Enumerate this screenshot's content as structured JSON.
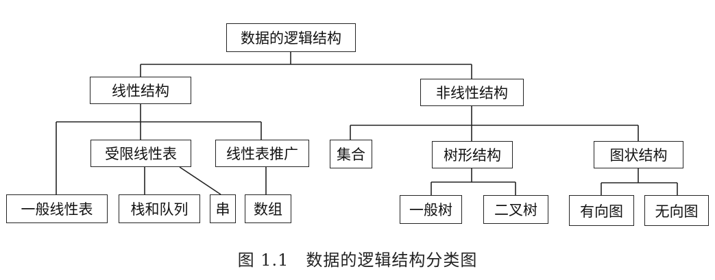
{
  "diagram": {
    "root": {
      "id": "root",
      "label": "数据的逻辑结构"
    },
    "nodes": [
      {
        "id": "linear",
        "label": "线性结构",
        "parent": "root"
      },
      {
        "id": "nonlinear",
        "label": "非线性结构",
        "parent": "root"
      },
      {
        "id": "general_list",
        "label": "一般线性表",
        "parent": "linear"
      },
      {
        "id": "restricted_list",
        "label": "受限线性表",
        "parent": "linear"
      },
      {
        "id": "list_generalized",
        "label": "线性表推广",
        "parent": "linear"
      },
      {
        "id": "stack_queue",
        "label": "栈和队列",
        "parent": "restricted_list"
      },
      {
        "id": "string",
        "label": "串",
        "parent": "restricted_list"
      },
      {
        "id": "array",
        "label": "数组",
        "parent": "list_generalized"
      },
      {
        "id": "set",
        "label": "集合",
        "parent": "nonlinear"
      },
      {
        "id": "tree",
        "label": "树形结构",
        "parent": "nonlinear"
      },
      {
        "id": "graph",
        "label": "图状结构",
        "parent": "nonlinear"
      },
      {
        "id": "general_tree",
        "label": "一般树",
        "parent": "tree"
      },
      {
        "id": "binary_tree",
        "label": "二叉树",
        "parent": "tree"
      },
      {
        "id": "directed_graph",
        "label": "有向图",
        "parent": "graph"
      },
      {
        "id": "undirected_graph",
        "label": "无向图",
        "parent": "graph"
      }
    ]
  },
  "caption": "图 1.1　数据的逻辑结构分类图"
}
